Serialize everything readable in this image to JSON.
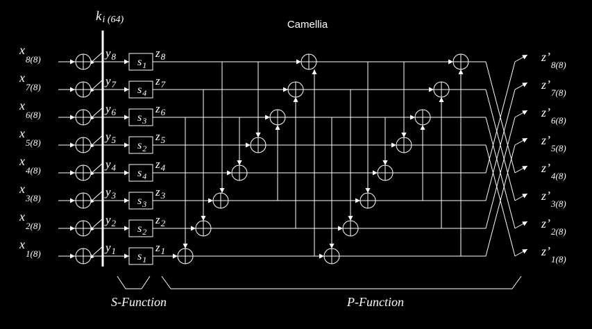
{
  "title": "Camellia",
  "key": {
    "symbol": "k",
    "subscript": "i (64)"
  },
  "inputs": [
    {
      "sym": "x",
      "sub": "8(8)"
    },
    {
      "sym": "x",
      "sub": "7(8)"
    },
    {
      "sym": "x",
      "sub": "6(8)"
    },
    {
      "sym": "x",
      "sub": "5(8)"
    },
    {
      "sym": "x",
      "sub": "4(8)"
    },
    {
      "sym": "x",
      "sub": "3(8)"
    },
    {
      "sym": "x",
      "sub": "2(8)"
    },
    {
      "sym": "x",
      "sub": "1(8)"
    }
  ],
  "y_labels": [
    {
      "sym": "y",
      "sub": "8"
    },
    {
      "sym": "y",
      "sub": "7"
    },
    {
      "sym": "y",
      "sub": "6"
    },
    {
      "sym": "y",
      "sub": "5"
    },
    {
      "sym": "y",
      "sub": "4"
    },
    {
      "sym": "y",
      "sub": "3"
    },
    {
      "sym": "y",
      "sub": "2"
    },
    {
      "sym": "y",
      "sub": "1"
    }
  ],
  "sboxes": [
    {
      "sym": "s",
      "sub": "1"
    },
    {
      "sym": "s",
      "sub": "4"
    },
    {
      "sym": "s",
      "sub": "3"
    },
    {
      "sym": "s",
      "sub": "2"
    },
    {
      "sym": "s",
      "sub": "4"
    },
    {
      "sym": "s",
      "sub": "3"
    },
    {
      "sym": "s",
      "sub": "2"
    },
    {
      "sym": "s",
      "sub": "1"
    }
  ],
  "z_labels": [
    {
      "sym": "z",
      "sub": "8"
    },
    {
      "sym": "z",
      "sub": "7"
    },
    {
      "sym": "z",
      "sub": "6"
    },
    {
      "sym": "z",
      "sub": "5"
    },
    {
      "sym": "z",
      "sub": "4"
    },
    {
      "sym": "z",
      "sub": "3"
    },
    {
      "sym": "z",
      "sub": "2"
    },
    {
      "sym": "z",
      "sub": "1"
    }
  ],
  "outputs": [
    {
      "sym": "z’",
      "sub": "8(8)"
    },
    {
      "sym": "z’",
      "sub": "7(8)"
    },
    {
      "sym": "z’",
      "sub": "6(8)"
    },
    {
      "sym": "z’",
      "sub": "5(8)"
    },
    {
      "sym": "z’",
      "sub": "4(8)"
    },
    {
      "sym": "z’",
      "sub": "3(8)"
    },
    {
      "sym": "z’",
      "sub": "2(8)"
    },
    {
      "sym": "z’",
      "sub": "1(8)"
    }
  ],
  "s_function_label": "S-Function",
  "p_function_label": "P-Function"
}
